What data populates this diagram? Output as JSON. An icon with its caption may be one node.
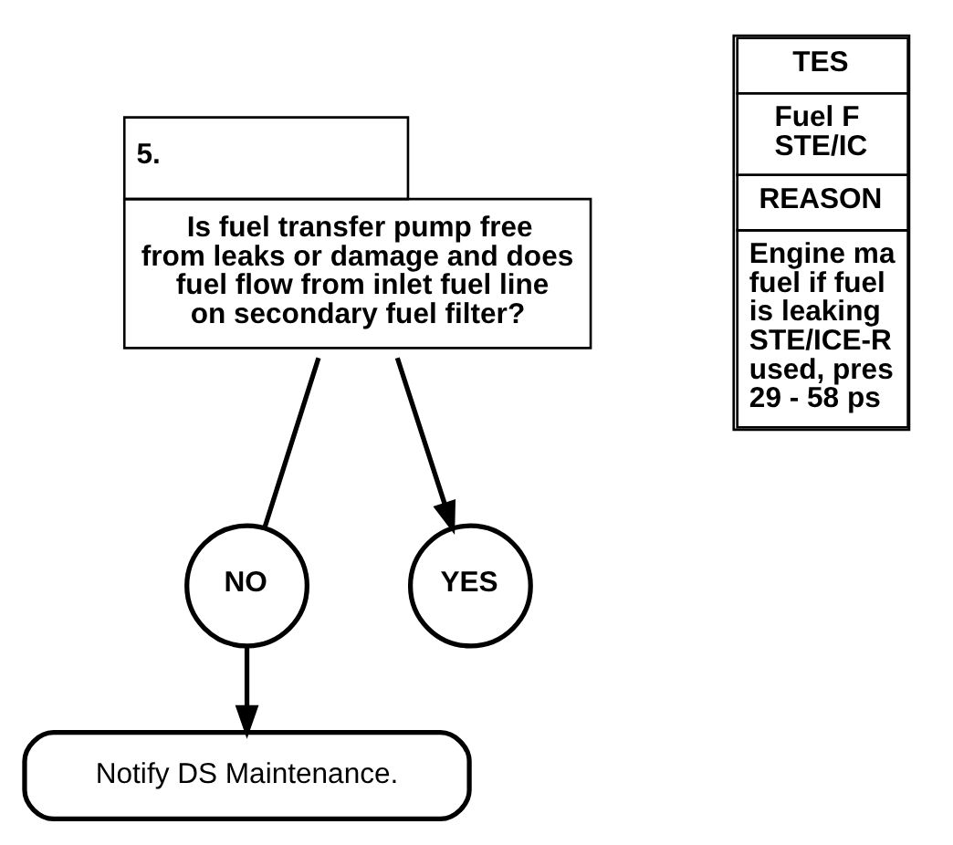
{
  "diagram": {
    "nodes": [
      {
        "text": [
          "5.",
          "Is fuel transfer pump free from leaks or damage and does fuel flow from inlet fuel line on secondary fuel filter?"
        ]
      },
      {
        "text": [
          "TES",
          "Fuel F STE/IC",
          "REASON",
          "Engine ma fuel if fuel is leaking STE/ICE-R used, pres 29 - 58 ps"
        ]
      },
      {
        "text": [
          "NO"
        ]
      },
      {
        "text": [
          "YES"
        ]
      },
      {
        "text": [
          "Notify DS Maintenance."
        ]
      }
    ],
    "edges": [
      {
        "from": 0,
        "to": 3,
        "arrow": "to"
      },
      {
        "from": 0,
        "to": 2,
        "arrow": "none"
      },
      {
        "from": 2,
        "to": 4,
        "arrow": "to"
      }
    ]
  }
}
